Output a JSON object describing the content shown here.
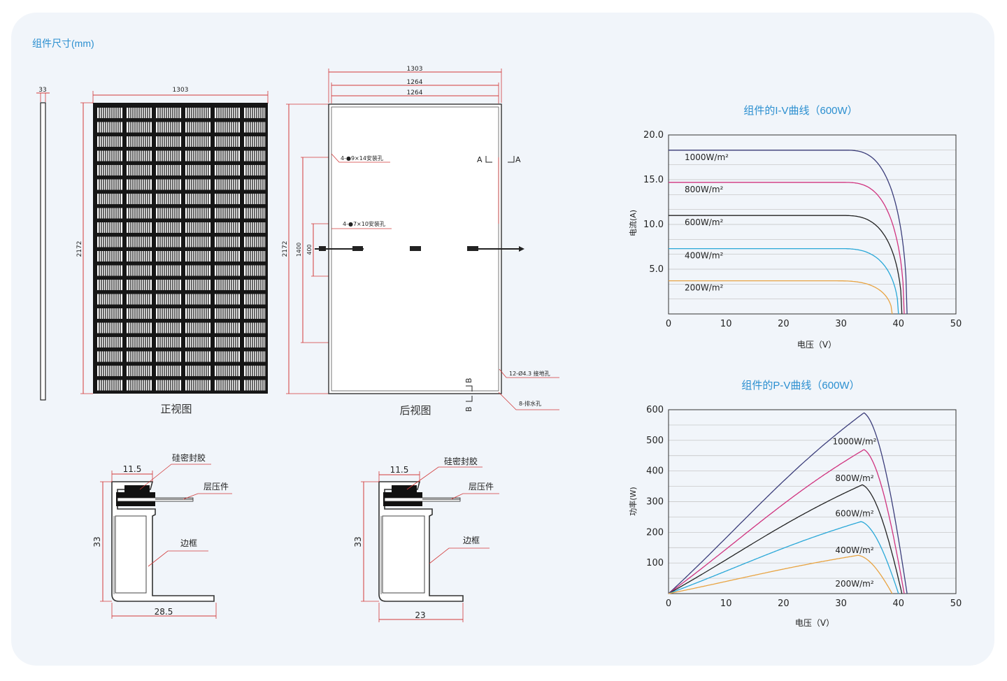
{
  "section_title": "组件尺寸(mm)",
  "side_view": {
    "thickness": "33"
  },
  "front_view": {
    "width": "1303",
    "height": "2172",
    "caption": "正视图"
  },
  "back_view": {
    "width_outer": "1303",
    "width_mid": "1264",
    "width_inner": "1264",
    "height": "2172",
    "hole_span_outer": "1400",
    "hole_span_inner": "400",
    "mount_hole_note_1": "4-●9×14安装孔",
    "mount_hole_note_2": "4-●7×10安装孔",
    "ground_hole_note": "12-Ø4.3  接地孔",
    "drain_hole_note": "8-排水孔",
    "section_a_left": "A",
    "section_a_right": "A",
    "section_b_top": "B",
    "section_b_bottom": "B",
    "caption": "后视图"
  },
  "profile_a": {
    "top_width": "11.5",
    "height": "33",
    "bottom_width": "28.5",
    "label_sealant": "硅密封胶",
    "label_laminate": "层压件",
    "label_frame": "边框"
  },
  "profile_b": {
    "top_width": "11.5",
    "height": "33",
    "bottom_width": "23",
    "label_sealant": "硅密封胶",
    "label_laminate": "层压件",
    "label_frame": "边框"
  },
  "colors": {
    "accent": "#2b8fd0",
    "curve_1000": "#3b3d7a",
    "curve_800": "#d0337f",
    "curve_600": "#222222",
    "curve_400": "#2aa8d8",
    "curve_200": "#e8a443"
  },
  "chart_data": [
    {
      "type": "line",
      "title": "组件的I-V曲线（600W）",
      "xlabel": "电压（V）",
      "ylabel": "电流(A)",
      "xlim": [
        0,
        50
      ],
      "ylim": [
        0,
        20
      ],
      "x_ticks": [
        "0",
        "10",
        "20",
        "30",
        "40",
        "50"
      ],
      "y_ticks": [
        "5.0",
        "10.0",
        "15.0",
        "20.0"
      ],
      "grid": true,
      "series": [
        {
          "name": "1000W/m²",
          "isc": 18.3,
          "voc": 41.5,
          "knee": 30.5
        },
        {
          "name": "800W/m²",
          "isc": 14.7,
          "voc": 41.0,
          "knee": 30.3
        },
        {
          "name": "600W/m²",
          "isc": 11.0,
          "voc": 40.6,
          "knee": 30.0
        },
        {
          "name": "400W/m²",
          "isc": 7.3,
          "voc": 40.0,
          "knee": 29.5
        },
        {
          "name": "200W/m²",
          "isc": 3.7,
          "voc": 38.9,
          "knee": 28.8
        }
      ]
    },
    {
      "type": "line",
      "title": "组件的P-V曲线（600W）",
      "xlabel": "电压（V）",
      "ylabel": "功率(W)",
      "xlim": [
        0,
        50
      ],
      "ylim": [
        0,
        600
      ],
      "x_ticks": [
        "0",
        "10",
        "20",
        "30",
        "40",
        "50"
      ],
      "y_ticks": [
        "100",
        "200",
        "300",
        "400",
        "500",
        "600"
      ],
      "grid": true,
      "series": [
        {
          "name": "1000W/m²",
          "pmax": 590,
          "vmp": 34.0,
          "voc": 41.5
        },
        {
          "name": "800W/m²",
          "pmax": 470,
          "vmp": 34.0,
          "voc": 41.0
        },
        {
          "name": "600W/m²",
          "pmax": 355,
          "vmp": 33.7,
          "voc": 40.6
        },
        {
          "name": "400W/m²",
          "pmax": 235,
          "vmp": 33.5,
          "voc": 40.0
        },
        {
          "name": "200W/m²",
          "pmax": 125,
          "vmp": 33.0,
          "voc": 38.9
        }
      ]
    }
  ]
}
